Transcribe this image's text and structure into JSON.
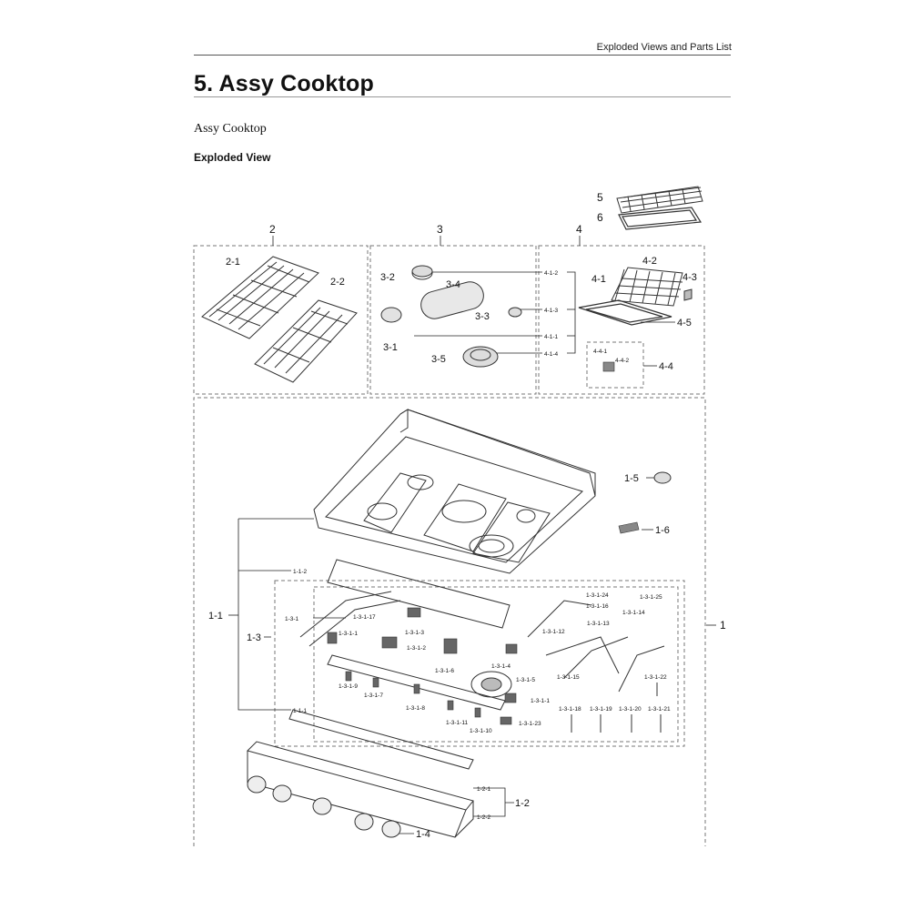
{
  "header": {
    "section_label": "Exploded Views and Parts List",
    "title": "5.  Assy Cooktop",
    "subsection": "Assy Cooktop",
    "subheading": "Exploded View"
  },
  "parts": {
    "p5": "5",
    "p6": "6",
    "p2": "2",
    "p3": "3",
    "p4": "4",
    "p1": "1",
    "p2_1": "2-1",
    "p2_2": "2-2",
    "p3_1": "3-1",
    "p3_2": "3-2",
    "p3_3": "3-3",
    "p3_4": "3-4",
    "p3_5": "3-5",
    "p4_1": "4-1",
    "p4_2": "4-2",
    "p4_3": "4-3",
    "p4_4": "4-4",
    "p4_5": "4-5",
    "p4_1_1": "4-1-1",
    "p4_1_2": "4-1-2",
    "p4_1_3": "4-1-3",
    "p4_1_4": "4-1-4",
    "p4_4_1": "4-4-1",
    "p4_4_2": "4-4-2",
    "p1_1": "1-1",
    "p1_2": "1-2",
    "p1_3": "1-3",
    "p1_4": "1-4",
    "p1_5": "1-5",
    "p1_6": "1-6",
    "p1_1_1": "1-1-1",
    "p1_1_2": "1-1-2",
    "p1_2_1": "1-2-1",
    "p1_2_2": "1-2-2",
    "p1_3_1": "1-3-1",
    "p1_3_1_1": "1-3-1-1",
    "p1_3_1_2": "1-3-1-2",
    "p1_3_1_3": "1-3-1-3",
    "p1_3_1_4": "1-3-1-4",
    "p1_3_1_5": "1-3-1-5",
    "p1_3_1_6": "1-3-1-6",
    "p1_3_1_7": "1-3-1-7",
    "p1_3_1_8": "1-3-1-8",
    "p1_3_1_9": "1-3-1-9",
    "p1_3_1_10": "1-3-1-10",
    "p1_3_1_11": "1-3-1-11",
    "p1_3_1_12": "1-3-1-12",
    "p1_3_1_13": "1-3-1-13",
    "p1_3_1_14": "1-3-1-14",
    "p1_3_1_15": "1-3-1-15",
    "p1_3_1_16": "1-3-1-16",
    "p1_3_1_17": "1-3-1-17",
    "p1_3_1_18": "1-3-1-18",
    "p1_3_1_19": "1-3-1-19",
    "p1_3_1_20": "1-3-1-20",
    "p1_3_1_21": "1-3-1-21",
    "p1_3_1_22": "1-3-1-22",
    "p1_3_1_23": "1-3-1-23",
    "p1_3_1_24": "1-3-1-24",
    "p1_3_1_25": "1-3-1-25",
    "p1_3_1_1b": "1-3-1-1"
  }
}
